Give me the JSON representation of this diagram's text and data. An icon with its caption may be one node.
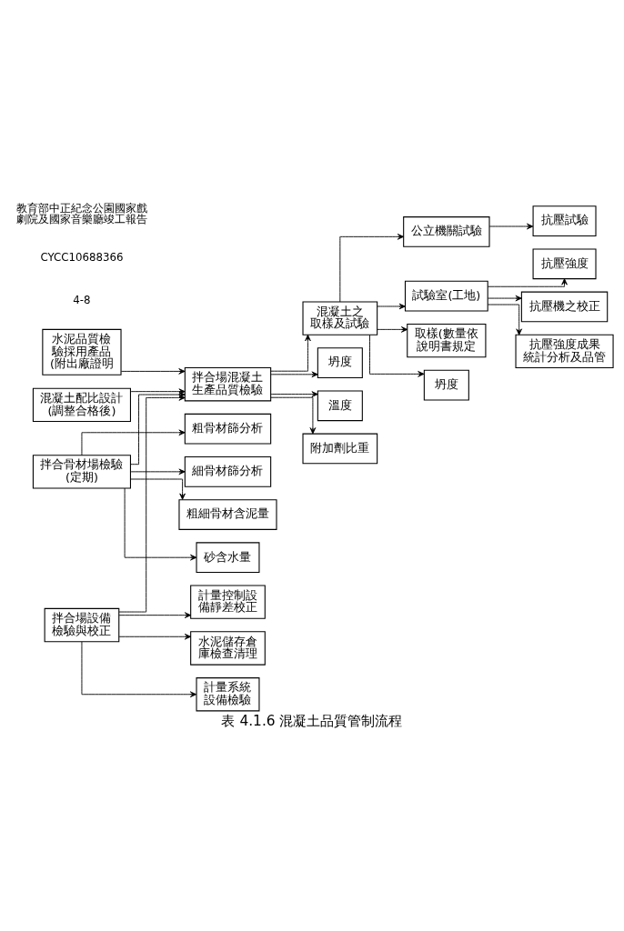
{
  "diagram": {
    "caption": "表 4.1.6 混凝土品質管制流程",
    "nodes": [
      {
        "text": [
          "抗壓試驗"
        ]
      },
      {
        "text": [
          "水泥品質檢驗採用產品(附出廠證明"
        ]
      },
      {
        "text": [
          "混凝土配比設計(調整合格後)"
        ]
      },
      {
        "text": [
          "公立機關試驗"
        ]
      },
      {
        "text": [
          "拌合場混凝土生產品質檢驗"
        ]
      },
      {
        "text": [
          "混凝土之取樣及試驗"
        ]
      },
      {
        "text": [
          "試驗室(工地)"
        ]
      },
      {
        "text": [
          "拌合骨材場檢驗(定期)"
        ]
      },
      {
        "text": [
          "拌合場設備檢驗與校正"
        ]
      },
      {
        "text": [
          "坍度"
        ]
      },
      {
        "text": [
          "取樣(數量依說明書規定"
        ]
      },
      {
        "text": [
          "溫度"
        ]
      },
      {
        "text": [
          "粗骨材篩分析"
        ]
      },
      {
        "text": [
          "計量控制設備靜差校正"
        ]
      },
      {
        "text": [
          "附加劑比重"
        ]
      },
      {
        "text": [
          "坍度"
        ]
      },
      {
        "text": [
          "細骨材篩分析"
        ]
      },
      {
        "text": [
          "水泥儲存倉庫檢查清理"
        ]
      },
      {
        "text": [
          "粗細骨材含泥量"
        ]
      },
      {
        "text": [
          "計量系統設備檢驗"
        ]
      },
      {
        "text": [
          "砂含水量"
        ]
      },
      {
        "text": [
          "抗壓強度"
        ]
      },
      {
        "text": [
          "抗壓機之校正"
        ]
      },
      {
        "text": [
          "抗壓強度成果統計分析及品管"
        ]
      }
    ],
    "edges": [
      {
        "from": 1,
        "to": 4,
        "arrow": "to"
      },
      {
        "from": 2,
        "to": 4,
        "arrow": "to"
      },
      {
        "from": 7,
        "to": 4,
        "arrow": "to"
      },
      {
        "from": 8,
        "to": 4,
        "arrow": "to"
      },
      {
        "from": 4,
        "to": 5,
        "arrow": "to"
      },
      {
        "from": 5,
        "to": 3,
        "arrow": "to"
      },
      {
        "from": 3,
        "to": 0,
        "arrow": "to"
      },
      {
        "from": 5,
        "to": 6,
        "arrow": "to"
      },
      {
        "from": 4,
        "to": 9,
        "arrow": "to"
      },
      {
        "from": 4,
        "to": 11,
        "arrow": "to"
      },
      {
        "from": 4,
        "to": 14,
        "arrow": "to"
      },
      {
        "from": 5,
        "to": 10,
        "arrow": "to"
      },
      {
        "from": 5,
        "to": 15,
        "arrow": "to"
      },
      {
        "from": 7,
        "to": 12,
        "arrow": "to"
      },
      {
        "from": 7,
        "to": 16,
        "arrow": "to"
      },
      {
        "from": 7,
        "to": 18,
        "arrow": "to"
      },
      {
        "from": 7,
        "to": 20,
        "arrow": "to"
      },
      {
        "from": 8,
        "to": 13,
        "arrow": "to"
      },
      {
        "from": 8,
        "to": 17,
        "arrow": "to"
      },
      {
        "from": 8,
        "to": 19,
        "arrow": "to"
      },
      {
        "from": 6,
        "to": 21,
        "arrow": "to"
      },
      {
        "from": 6,
        "to": 22,
        "arrow": "to"
      },
      {
        "from": 6,
        "to": 23,
        "arrow": "to"
      }
    ],
    "labels": [
      "4-8",
      "CYCC10688366",
      "教育部中正紀念公園國家戲劇院及國家音樂廳竣工報告"
    ]
  }
}
